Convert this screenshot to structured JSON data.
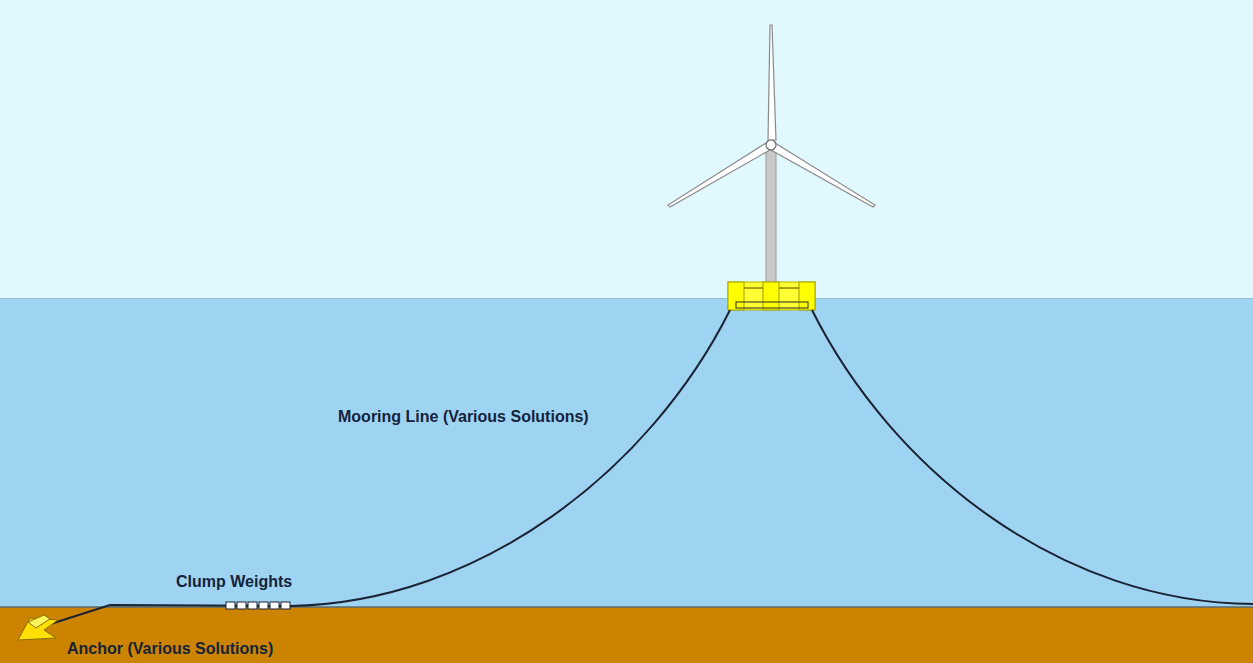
{
  "diagram": {
    "labels": [
      "Mooring Line (Various Solutions)",
      "Clump Weights",
      "Anchor (Various Solutions)"
    ]
  }
}
